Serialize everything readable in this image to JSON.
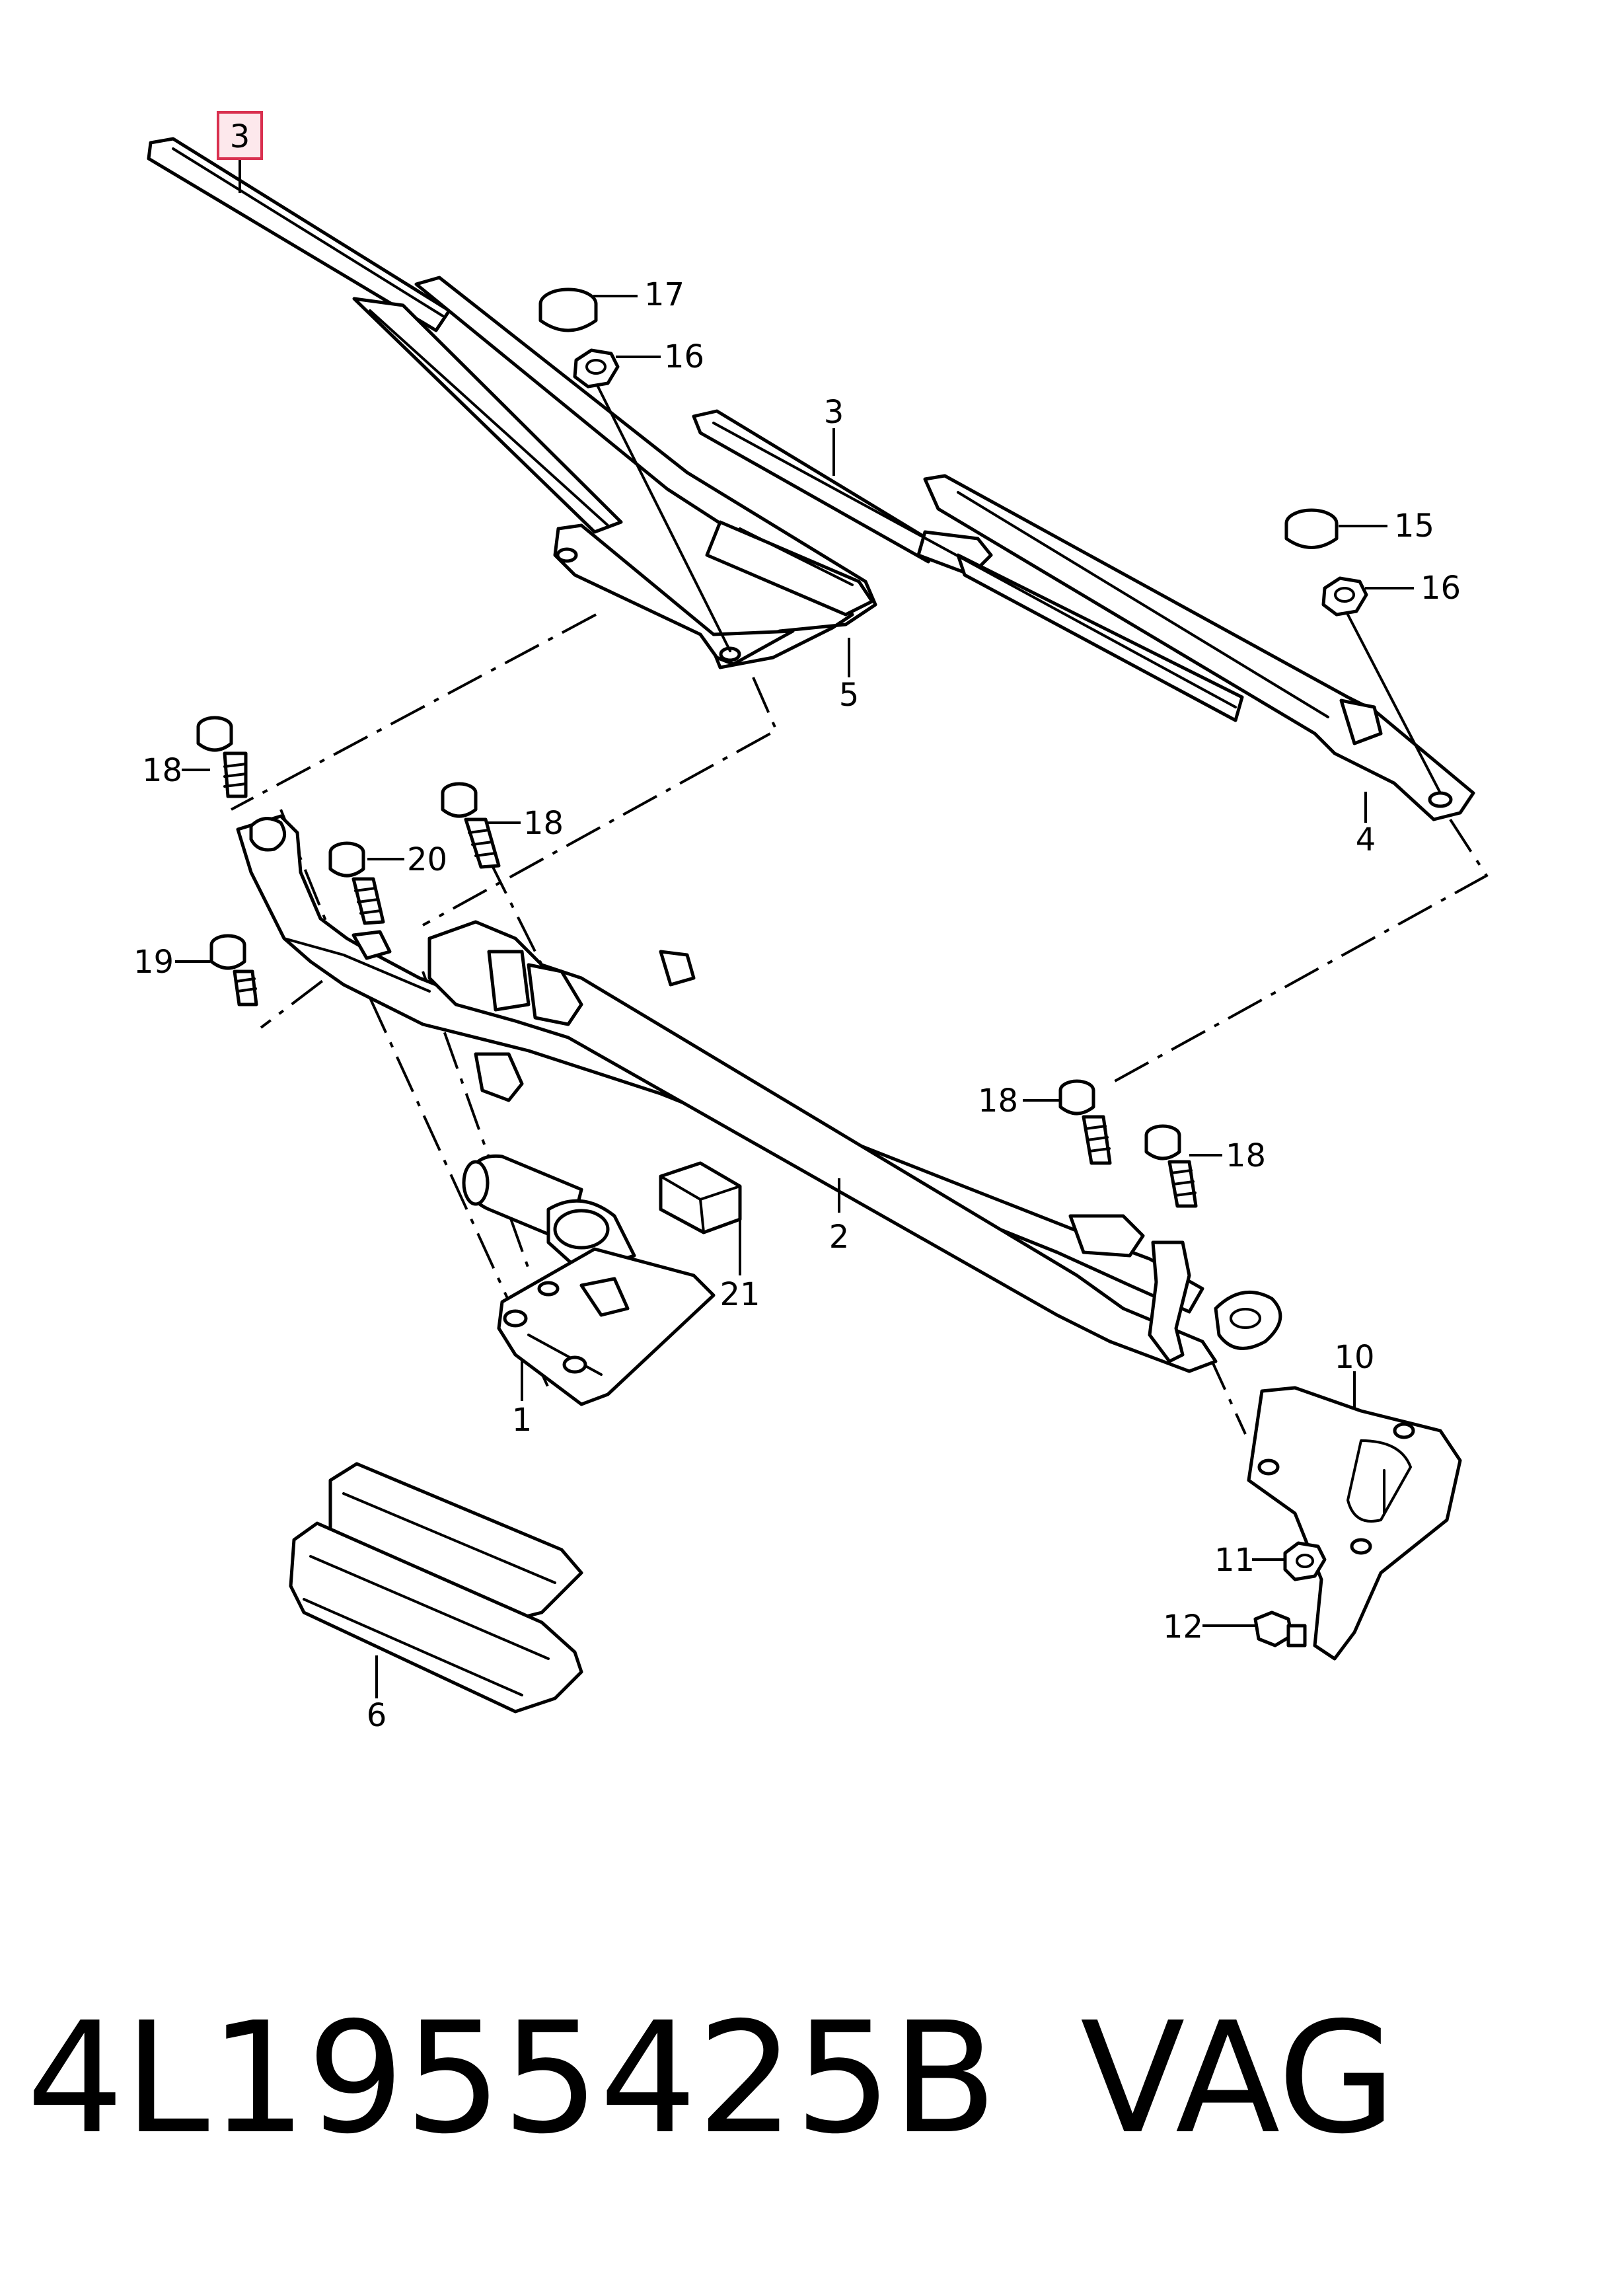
{
  "callouts": {
    "c3_highlight": "3",
    "c17": "17",
    "c16_left": "16",
    "c3_right": "3",
    "c15": "15",
    "c16_right": "16",
    "c5": "5",
    "c4": "4",
    "c18_a": "18",
    "c18_b": "18",
    "c20": "20",
    "c19": "19",
    "c18_c": "18",
    "c18_d": "18",
    "c2": "2",
    "c21": "21",
    "c1": "1",
    "c10": "10",
    "c11": "11",
    "c12": "12",
    "c6": "6"
  },
  "footer": {
    "part_number": "4L1955425B",
    "brand": "VAG"
  },
  "colors": {
    "line": "#000000",
    "highlight_fill": "#fde8ec",
    "highlight_stroke": "#d9304f"
  }
}
